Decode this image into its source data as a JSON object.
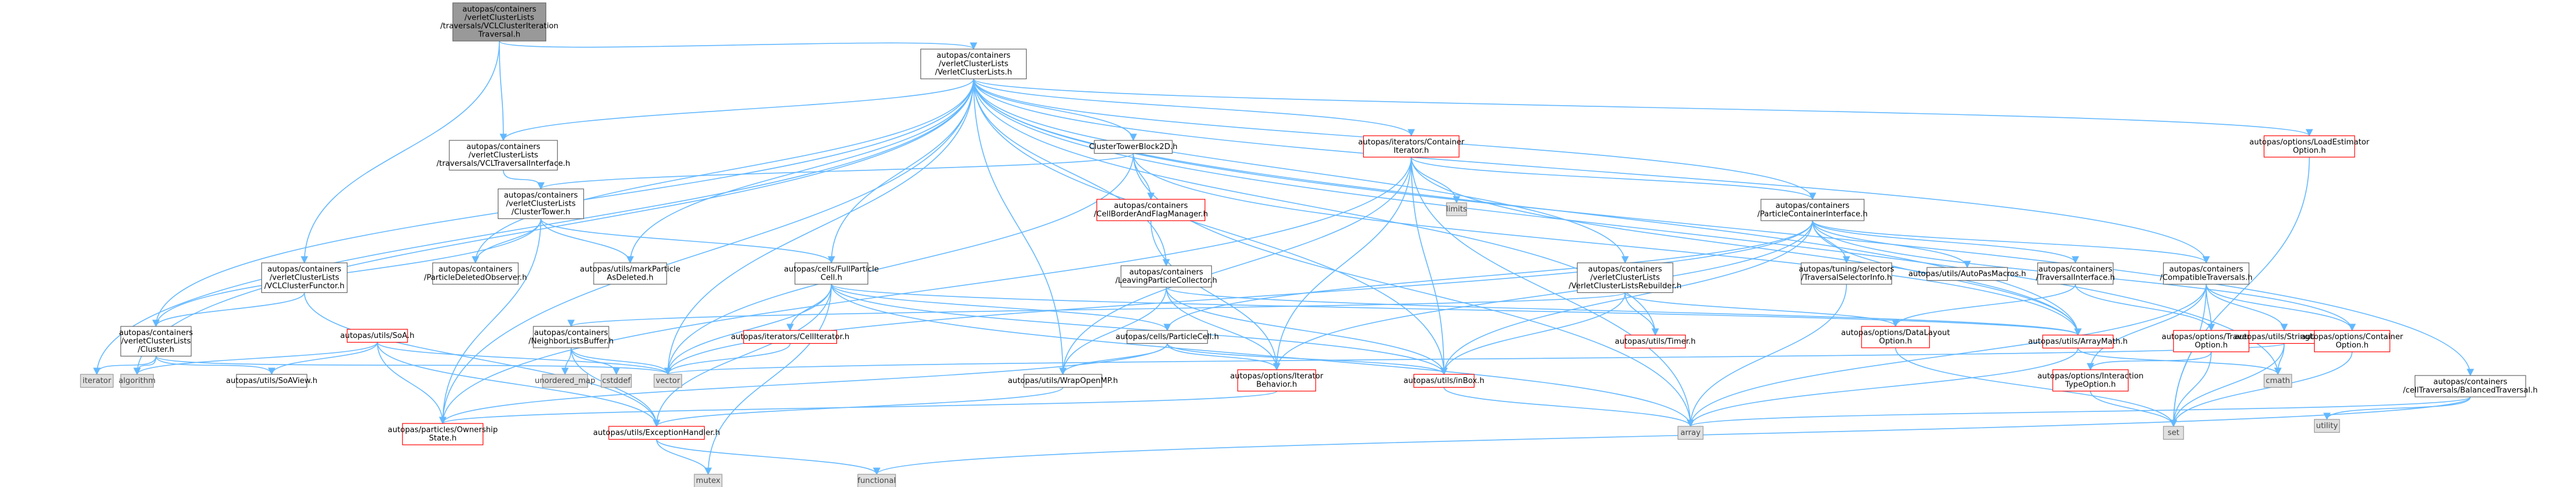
{
  "colors": {
    "edge": "#63b8ff",
    "root_fill": "#999999",
    "node_border": "#666666",
    "red_border": "#ff0000",
    "external_fill": "#e0e0e0"
  },
  "nodes": [
    {
      "id": "root",
      "kind": "root",
      "lines": [
        "autopas/containers",
        "/verletClusterLists",
        "/traversals/VCLClusterIteration",
        "Traversal.h"
      ]
    },
    {
      "id": "vcl",
      "kind": "normal",
      "lines": [
        "autopas/containers",
        "/verletClusterLists",
        "/VerletClusterLists.h"
      ]
    },
    {
      "id": "vclti",
      "kind": "normal",
      "lines": [
        "autopas/containers",
        "/verletClusterLists",
        "/traversals/VCLTraversalInterface.h"
      ]
    },
    {
      "id": "ctb2d",
      "kind": "normal",
      "lines": [
        "ClusterTowerBlock2D.h"
      ]
    },
    {
      "id": "contiter",
      "kind": "red",
      "lines": [
        "autopas/iterators/Container",
        "Iterator.h"
      ]
    },
    {
      "id": "loadest",
      "kind": "red",
      "lines": [
        "autopas/options/LoadEstimator",
        "Option.h"
      ]
    },
    {
      "id": "tower",
      "kind": "normal",
      "lines": [
        "autopas/containers",
        "/verletClusterLists",
        "/ClusterTower.h"
      ]
    },
    {
      "id": "cbfm",
      "kind": "red",
      "lines": [
        "autopas/containers",
        "/CellBorderAndFlagManager.h"
      ]
    },
    {
      "id": "limits",
      "kind": "ext",
      "lines": [
        "limits"
      ]
    },
    {
      "id": "pci",
      "kind": "normal",
      "lines": [
        "autopas/containers",
        "/ParticleContainerInterface.h"
      ]
    },
    {
      "id": "vclfunctor",
      "kind": "normal",
      "lines": [
        "autopas/containers",
        "/verletClusterLists",
        "/VCLClusterFunctor.h"
      ]
    },
    {
      "id": "pdo",
      "kind": "normal",
      "lines": [
        "autopas/containers",
        "/ParticleDeletedObserver.h"
      ]
    },
    {
      "id": "markdel",
      "kind": "normal",
      "lines": [
        "autopas/utils/markParticle",
        "AsDeleted.h"
      ]
    },
    {
      "id": "fullcell",
      "kind": "normal",
      "lines": [
        "autopas/cells/FullParticle",
        "Cell.h"
      ]
    },
    {
      "id": "leaving",
      "kind": "normal",
      "lines": [
        "autopas/containers",
        "/LeavingParticleCollector.h"
      ]
    },
    {
      "id": "rebuilder",
      "kind": "normal",
      "lines": [
        "autopas/containers",
        "/verletClusterLists",
        "/VerletClusterListsRebuilder.h"
      ]
    },
    {
      "id": "tsi",
      "kind": "normal",
      "lines": [
        "autopas/tuning/selectors",
        "/TraversalSelectorInfo.h"
      ]
    },
    {
      "id": "autopasmacros",
      "kind": "normal",
      "lines": [
        "autopas/utils/AutoPasMacros.h"
      ]
    },
    {
      "id": "travif",
      "kind": "normal",
      "lines": [
        "autopas/containers",
        "/TraversalInterface.h"
      ]
    },
    {
      "id": "compat",
      "kind": "normal",
      "lines": [
        "autopas/containers",
        "/CompatibleTraversals.h"
      ]
    },
    {
      "id": "balanced",
      "kind": "normal",
      "lines": [
        "autopas/containers",
        "/cellTraversals/BalancedTraversal.h"
      ]
    },
    {
      "id": "cluster",
      "kind": "normal",
      "lines": [
        "autopas/containers",
        "/verletClusterLists",
        "/Cluster.h"
      ]
    },
    {
      "id": "soa",
      "kind": "red",
      "lines": [
        "autopas/utils/SoA.h"
      ]
    },
    {
      "id": "nlb",
      "kind": "normal",
      "lines": [
        "autopas/containers",
        "/NeighborListsBuffer.h"
      ]
    },
    {
      "id": "celliter",
      "kind": "red",
      "lines": [
        "autopas/iterators/CellIterator.h"
      ]
    },
    {
      "id": "pcell",
      "kind": "normal",
      "lines": [
        "autopas/cells/ParticleCell.h"
      ]
    },
    {
      "id": "timer",
      "kind": "red",
      "lines": [
        "autopas/utils/Timer.h"
      ]
    },
    {
      "id": "datalayout",
      "kind": "red",
      "lines": [
        "autopas/options/DataLayout",
        "Option.h"
      ]
    },
    {
      "id": "arraymath",
      "kind": "red",
      "lines": [
        "autopas/utils/ArrayMath.h"
      ]
    },
    {
      "id": "travopt",
      "kind": "red",
      "lines": [
        "autopas/options/Traversal",
        "Option.h"
      ]
    },
    {
      "id": "strutils",
      "kind": "red",
      "lines": [
        "autopas/utils/StringUtils.h"
      ]
    },
    {
      "id": "contopt",
      "kind": "red",
      "lines": [
        "autopas/options/Container",
        "Option.h"
      ]
    },
    {
      "id": "iterator",
      "kind": "ext",
      "lines": [
        "iterator"
      ]
    },
    {
      "id": "algorithm",
      "kind": "ext",
      "lines": [
        "algorithm"
      ]
    },
    {
      "id": "soaview",
      "kind": "normal",
      "lines": [
        "autopas/utils/SoAView.h"
      ]
    },
    {
      "id": "unordered_map",
      "kind": "ext",
      "lines": [
        "unordered_map"
      ]
    },
    {
      "id": "cstddef",
      "kind": "ext",
      "lines": [
        "cstddef"
      ]
    },
    {
      "id": "vector",
      "kind": "ext",
      "lines": [
        "vector"
      ]
    },
    {
      "id": "wrapomp",
      "kind": "normal",
      "lines": [
        "autopas/utils/WrapOpenMP.h"
      ]
    },
    {
      "id": "iterbeh",
      "kind": "red",
      "lines": [
        "autopas/options/Iterator",
        "Behavior.h"
      ]
    },
    {
      "id": "inbox",
      "kind": "red",
      "lines": [
        "autopas/utils/inBox.h"
      ]
    },
    {
      "id": "interopt",
      "kind": "red",
      "lines": [
        "autopas/options/Interaction",
        "TypeOption.h"
      ]
    },
    {
      "id": "cmath",
      "kind": "ext",
      "lines": [
        "cmath"
      ]
    },
    {
      "id": "ownership",
      "kind": "red",
      "lines": [
        "autopas/particles/Ownership",
        "State.h"
      ]
    },
    {
      "id": "exhandler",
      "kind": "red",
      "lines": [
        "autopas/utils/ExceptionHandler.h"
      ]
    },
    {
      "id": "array",
      "kind": "ext",
      "lines": [
        "array"
      ]
    },
    {
      "id": "set",
      "kind": "ext",
      "lines": [
        "set"
      ]
    },
    {
      "id": "utility",
      "kind": "ext",
      "lines": [
        "utility"
      ]
    },
    {
      "id": "mutex",
      "kind": "ext",
      "lines": [
        "mutex"
      ]
    },
    {
      "id": "functional",
      "kind": "ext",
      "lines": [
        "functional"
      ]
    }
  ],
  "edges": [
    [
      "root",
      "vcl"
    ],
    [
      "root",
      "vclti"
    ],
    [
      "root",
      "vclfunctor"
    ],
    [
      "vcl",
      "vclti"
    ],
    [
      "vcl",
      "ctb2d"
    ],
    [
      "vcl",
      "contiter"
    ],
    [
      "vcl",
      "loadest"
    ],
    [
      "vcl",
      "pci"
    ],
    [
      "vcl",
      "pdo"
    ],
    [
      "vcl",
      "markdel"
    ],
    [
      "vcl",
      "fullcell"
    ],
    [
      "vcl",
      "leaving"
    ],
    [
      "vcl",
      "rebuilder"
    ],
    [
      "vcl",
      "compat"
    ],
    [
      "vcl",
      "balanced"
    ],
    [
      "vcl",
      "cluster"
    ],
    [
      "vcl",
      "iterator"
    ],
    [
      "vcl",
      "algorithm"
    ],
    [
      "vcl",
      "vector"
    ],
    [
      "vcl",
      "wrapomp"
    ],
    [
      "vcl",
      "inbox"
    ],
    [
      "vcl",
      "cmath"
    ],
    [
      "vcl",
      "ownership"
    ],
    [
      "vcl",
      "timer"
    ],
    [
      "vcl",
      "arraymath"
    ],
    [
      "vclti",
      "tower"
    ],
    [
      "ctb2d",
      "tower"
    ],
    [
      "ctb2d",
      "cbfm"
    ],
    [
      "ctb2d",
      "arraymath"
    ],
    [
      "ctb2d",
      "array"
    ],
    [
      "ctb2d",
      "vector"
    ],
    [
      "contiter",
      "limits"
    ],
    [
      "contiter",
      "pci"
    ],
    [
      "contiter",
      "wrapomp"
    ],
    [
      "contiter",
      "iterbeh"
    ],
    [
      "contiter",
      "inbox"
    ],
    [
      "contiter",
      "array"
    ],
    [
      "contiter",
      "ownership"
    ],
    [
      "contiter",
      "arraymath"
    ],
    [
      "loadest",
      "set"
    ],
    [
      "tower",
      "pdo"
    ],
    [
      "tower",
      "markdel"
    ],
    [
      "tower",
      "fullcell"
    ],
    [
      "tower",
      "cluster"
    ],
    [
      "tower",
      "ownership"
    ],
    [
      "cbfm",
      "iterbeh"
    ],
    [
      "pci",
      "tsi"
    ],
    [
      "pci",
      "autopasmacros"
    ],
    [
      "pci",
      "travif"
    ],
    [
      "pci",
      "compat"
    ],
    [
      "pci",
      "iterbeh"
    ],
    [
      "pci",
      "inbox"
    ],
    [
      "pci",
      "pcell"
    ],
    [
      "pci",
      "vector"
    ],
    [
      "pci",
      "contopt"
    ],
    [
      "pci",
      "arraymath"
    ],
    [
      "vclfunctor",
      "cluster"
    ],
    [
      "vclfunctor",
      "exhandler"
    ],
    [
      "fullcell",
      "celliter"
    ],
    [
      "fullcell",
      "pcell"
    ],
    [
      "fullcell",
      "vector"
    ],
    [
      "fullcell",
      "mutex"
    ],
    [
      "fullcell",
      "array"
    ],
    [
      "fullcell",
      "inbox"
    ],
    [
      "fullcell",
      "arraymath"
    ],
    [
      "fullcell",
      "exhandler"
    ],
    [
      "leaving",
      "arraymath"
    ],
    [
      "leaving",
      "iterbeh"
    ],
    [
      "leaving",
      "wrapomp"
    ],
    [
      "leaving",
      "inbox"
    ],
    [
      "rebuilder",
      "nlb"
    ],
    [
      "rebuilder",
      "timer"
    ],
    [
      "rebuilder",
      "inbox"
    ],
    [
      "rebuilder",
      "datalayout"
    ],
    [
      "tsi",
      "array"
    ],
    [
      "travif",
      "datalayout"
    ],
    [
      "travif",
      "travopt"
    ],
    [
      "compat",
      "travopt"
    ],
    [
      "compat",
      "strutils"
    ],
    [
      "compat",
      "contopt"
    ],
    [
      "compat",
      "interopt"
    ],
    [
      "compat",
      "set"
    ],
    [
      "compat",
      "array"
    ],
    [
      "balanced",
      "utility"
    ],
    [
      "balanced",
      "functional"
    ],
    [
      "balanced",
      "array"
    ],
    [
      "cluster",
      "soaview"
    ],
    [
      "cluster",
      "iterator"
    ],
    [
      "cluster",
      "algorithm"
    ],
    [
      "cluster",
      "vector"
    ],
    [
      "soa",
      "soaview"
    ],
    [
      "soa",
      "vector"
    ],
    [
      "soa",
      "algorithm"
    ],
    [
      "soa",
      "ownership"
    ],
    [
      "soa",
      "exhandler"
    ],
    [
      "nlb",
      "unordered_map"
    ],
    [
      "nlb",
      "cstddef"
    ],
    [
      "nlb",
      "vector"
    ],
    [
      "nlb",
      "exhandler"
    ],
    [
      "celliter",
      "vector"
    ],
    [
      "pcell",
      "iterbeh"
    ],
    [
      "pcell",
      "inbox"
    ],
    [
      "pcell",
      "wrapomp"
    ],
    [
      "pcell",
      "ownership"
    ],
    [
      "datalayout",
      "set"
    ],
    [
      "arraymath",
      "array"
    ],
    [
      "arraymath",
      "cmath"
    ],
    [
      "travopt",
      "interopt"
    ],
    [
      "travopt",
      "set"
    ],
    [
      "strutils",
      "cmath"
    ],
    [
      "strutils",
      "set"
    ],
    [
      "strutils",
      "vector"
    ],
    [
      "contopt",
      "set"
    ],
    [
      "wrapomp",
      "exhandler"
    ],
    [
      "iterbeh",
      "ownership"
    ],
    [
      "inbox",
      "array"
    ],
    [
      "interopt",
      "set"
    ],
    [
      "exhandler",
      "functional"
    ],
    [
      "exhandler",
      "mutex"
    ]
  ]
}
